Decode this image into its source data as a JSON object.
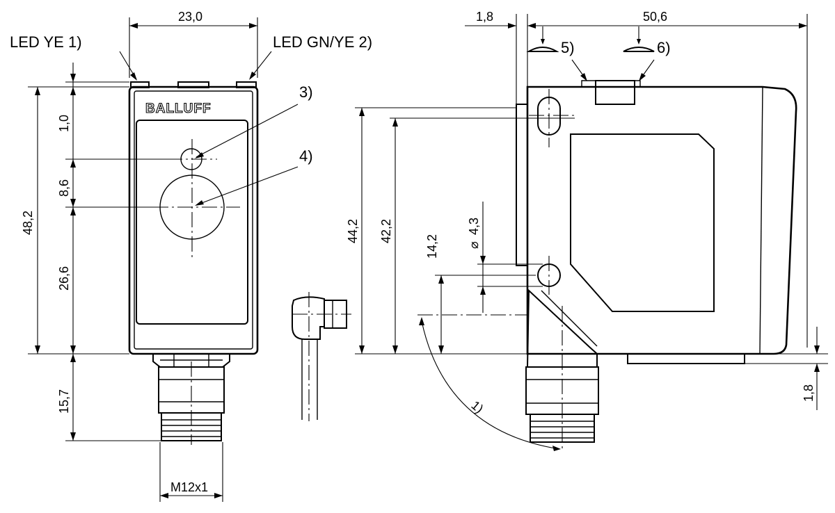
{
  "front_view": {
    "width_dim": "23,0",
    "led_ye_label": "LED YE 1)",
    "led_gnye_label": "LED GN/YE 2)",
    "brand": "BALLUFF",
    "callout_3": "3)",
    "callout_4": "4)",
    "dim_1_0": "1,0",
    "dim_8_6": "8,6",
    "dim_48_2": "48,2",
    "dim_26_6": "26,6",
    "dim_15_7": "15,7",
    "thread": "M12x1"
  },
  "side_view": {
    "dim_1_8_top": "1,8",
    "dim_50_6": "50,6",
    "callout_5": "5)",
    "callout_6": "6)",
    "dim_44_2": "44,2",
    "dim_42_2": "42,2",
    "dim_14_2": "14,2",
    "dim_dia_4_3": "4,3",
    "diameter_symbol": "⌀",
    "angle_note": "1)",
    "dim_1_8_bottom": "1,8"
  }
}
